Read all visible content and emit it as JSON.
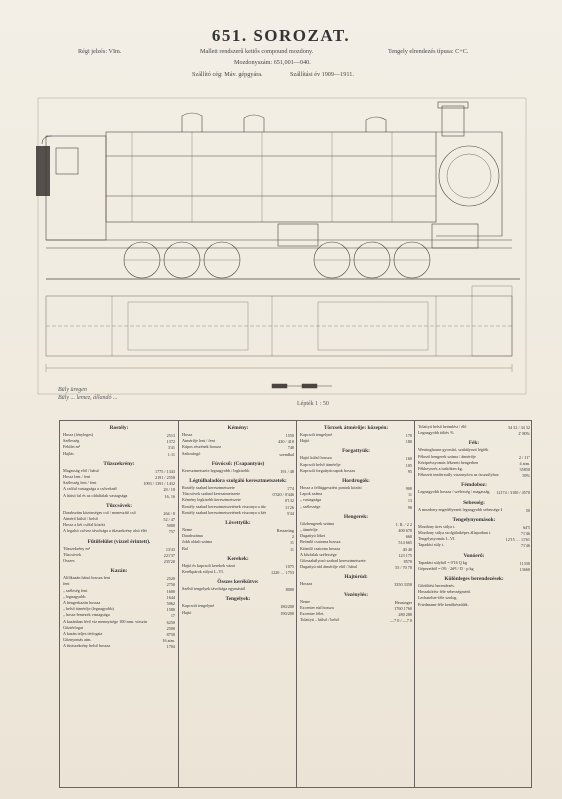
{
  "title": "651. SOROZAT.",
  "header": {
    "old_mark": "Régi jelzés: VIm.",
    "description": "Mallett rendszerű kettős compound mozdony.",
    "axle_type": "Tengely elrendezés típusa: C+C.",
    "loco_numbers": "Mozdonyszám: 651,001—040.",
    "supplier": "Szállító cég: Máv. gépgyára.",
    "delivery_year": "Szállítási év 1909—1911."
  },
  "drawing": {
    "legend_1": "Büly üregen",
    "legend_2": "Büly ... lemez, állandó ...",
    "scale": "Lépték 1 : 50"
  },
  "table": {
    "col1": {
      "sections": [
        {
          "title": "Rostély:",
          "rows": [
            {
              "label": "Hossz (fényleges)",
              "value": "2513"
            },
            {
              "label": "Szélesség",
              "value": "1372"
            },
            {
              "label": "Felület m²",
              "value": "3'41"
            },
            {
              "label": "Hajlás",
              "value": "1:11"
            }
          ]
        },
        {
          "title": "Tűzszekrény:",
          "rows": [
            {
              "label": "Magasság elöl / hátul",
              "value": "1775 / 1343"
            },
            {
              "label": "Hossz lent / fent",
              "value": "2191 / 2558"
            },
            {
              "label": "Szélesség lent / fent",
              "value": "1093 / 1391 / 1432"
            },
            {
              "label": "A csőfal vastagsága a csőveknél",
              "value": "28 / 18"
            },
            {
              "label": "A hátsó fal és az oldalfalak vastagsága",
              "value": "16, 16"
            }
          ]
        },
        {
          "title": "Tűzcsövek:",
          "rows": [
            {
              "label": "Darabszám közönséges cső / meneszítő cső",
              "value": "264 / 8"
            },
            {
              "label": "Átmérő külső / belső",
              "value": "52 / 47"
            },
            {
              "label": "Hossz a két csőfal között",
              "value": "5000"
            },
            {
              "label": "A legalsó csővez távolsága a tűzszekrény alsó élétől",
              "value": "757"
            }
          ]
        },
        {
          "title": "Fűtőfelület (vízzel érintett).",
          "rows": [
            {
              "label": "Tűzszekrény m²",
              "value": "13'43"
            },
            {
              "label": "Tűzcsövek",
              "value": "221'37"
            },
            {
              "label": "Összes",
              "value": "235'20"
            }
          ]
        },
        {
          "title": "Kazán:",
          "rows": [
            {
              "label": "Alfőkazán hátsó hossza lent",
              "value": "2520"
            },
            {
              "label": "fent",
              "value": "2750"
            },
            {
              "label": "„ széleség fent",
              "value": "1600"
            },
            {
              "label": "„ legnagyobb",
              "value": "1644"
            },
            {
              "label": "A hengerkazán hossza",
              "value": "5062"
            },
            {
              "label": "„ belső átmérője (legnagyobb)",
              "value": "1580"
            },
            {
              "label": "„ hossz-lemezek vastagsága",
              "value": "17"
            },
            {
              "label": "A kazánban lévő víz mennyisége 100 mm. vízszinttel",
              "value": "6250"
            },
            {
              "label": "Gőztérfogat",
              "value": "2500"
            },
            {
              "label": "A kazán teljes térfogata",
              "value": "8750"
            },
            {
              "label": "Gőznyomás atm.",
              "value": "16 atm."
            },
            {
              "label": "A füstszekrény belső hossza",
              "value": "1704"
            }
          ]
        }
      ]
    },
    "col2": {
      "sections": [
        {
          "title": "Kémény:",
          "rows": [
            {
              "label": "Hossz",
              "value": "1550"
            },
            {
              "label": "Átmérője lent / fent",
              "value": "430 / 410"
            },
            {
              "label": "Kúpos részének hossza",
              "value": "740"
            },
            {
              "label": "Szikrafogó",
              "value": "szendkal"
            }
          ]
        },
        {
          "title": "Fúvócső: (Csapantyús)",
          "rows": [
            {
              "label": "Keresztmetszete legnagyobb / legkisebb",
              "value": "191 / 48"
            }
          ]
        },
        {
          "title": "Légtúlhaladóra szolgáló keresztmetszetek:",
          "rows": [
            {
              "label": "Rostély szabad keresztmetszete",
              "value": "1'74"
            },
            {
              "label": "Tűzcsövek szabad keresztmetszete",
              "value": "0'320 / 0'446"
            },
            {
              "label": "Kémény legkisebb keresztmetszete",
              "value": "0'132"
            },
            {
              "label": "Rostély szabad keresztmetszetének viszonya a tűzcsövek legkisebb keresztmetszetéhez",
              "value": "11'26"
            },
            {
              "label": "Rostély szabad keresztmetszetének viszonya a kémény legkisebb keresztmetszetéhez",
              "value": "5'44"
            }
          ]
        },
        {
          "title": "Lövettyűk:",
          "rows": [
            {
              "label": "Neme",
              "value": "Restarting"
            },
            {
              "label": "Darabszáma",
              "value": "2"
            },
            {
              "label": "Jobb oldali száma",
              "value": "11"
            },
            {
              "label": "Bal",
              "value": "11"
            }
          ]
        },
        {
          "title": "Kerekek:",
          "rows": [
            {
              "label": "Hajtó és kapcsolt kerekek vázai",
              "value": "1075"
            },
            {
              "label": "Kerékpárok súlyai I.–VI.",
              "value": "1220 … 1753"
            }
          ]
        },
        {
          "title": "Összes kerékütve:",
          "rows": [
            {
              "label": "Szélső tengelyek távolsága egymástól",
              "value": "8000"
            }
          ]
        },
        {
          "title": "Tengelyek:",
          "rows": [
            {
              "label": "Kapcsolt tengelyné",
              "value": "180/200"
            },
            {
              "label": "Hajtó",
              "value": "190/200"
            }
          ]
        }
      ]
    },
    "col3": {
      "sections": [
        {
          "title": "Törzsek átmérője: közepén:",
          "rows": [
            {
              "label": "Kapcsolt tengelyné",
              "value": "170"
            },
            {
              "label": "Hajtó",
              "value": "180"
            }
          ]
        },
        {
          "title": "Forgattyúk:",
          "rows": [
            {
              "label": "Hajtó külső hossza",
              "value": "160"
            },
            {
              "label": "Kapcsolt belső átmérője",
              "value": "105"
            },
            {
              "label": "Kapcsolt forgattyúcsapok hossza",
              "value": "95"
            }
          ]
        },
        {
          "title": "Hordrugók:",
          "rows": [
            {
              "label": "Hossz a felfüggesztési pontok között",
              "value": "900"
            },
            {
              "label": "Lapok száma",
              "value": "11"
            },
            {
              "label": "„ vastagsága",
              "value": "13"
            },
            {
              "label": "„ szélessége",
              "value": "90"
            }
          ]
        },
        {
          "title": "Hengerek:",
          "rows": [
            {
              "label": "Gőzhengerek száma",
              "value": "I. II. / 2 2"
            },
            {
              "label": "„ átmérője",
              "value": "400 670"
            },
            {
              "label": "Dugattyú löket",
              "value": "660"
            },
            {
              "label": "Beömlő csatorna hossza",
              "value": "514 665"
            },
            {
              "label": "Kiömlő csatorna hossza",
              "value": "40 40"
            },
            {
              "label": "A kőzfalak szélessége",
              "value": "123 175"
            },
            {
              "label": "Gőzszabályozó szabad keresztmetszete",
              "value": "8570"
            },
            {
              "label": "Dugattyú rúd átmérője elöl / hátul",
              "value": "55 / 70 70"
            }
          ]
        },
        {
          "title": "Hajtórúd:",
          "rows": [
            {
              "label": "Hossza",
              "value": "3350 3350"
            }
          ]
        },
        {
          "title": "Vezénylés:",
          "rows": [
            {
              "label": "Neme",
              "value": "Heusinger"
            },
            {
              "label": "Excenter rúd hossza",
              "value": "1760 1760"
            },
            {
              "label": "Excenter félet.",
              "value": "280 280"
            },
            {
              "label": "Tolattyú – külső / belső",
              "value": "—7 0 / —7 0"
            }
          ]
        }
      ]
    },
    "col4": {
      "sections": [
        {
          "title": "",
          "rows": [
            {
              "label": "Tolattyú belső beömlési / élő",
              "value": "34 32 / 34 32"
            },
            {
              "label": "Legnagyobb töltés %",
              "value": "2' 80%"
            }
          ]
        },
        {
          "title": "Fék:",
          "rows": [
            {
              "label": "Westinghouse gyorsító, szabályozó légfék",
              "value": ""
            },
            {
              "label": "Fékező hengerek száma / átmérője",
              "value": "2 / 11\""
            },
            {
              "label": "Kézipréssyomás fékezett hengerben",
              "value": "4 atm."
            },
            {
              "label": "Fékheyezés a tusköken kg.",
              "value": "35850"
            },
            {
              "label": "Fékezett tenderssúly viszonyítva az összsúlyhoz",
              "value": "59%"
            }
          ]
        },
        {
          "title": "Fémdoboz:",
          "rows": [
            {
              "label": "Legnagyobb hossza / szélesség / magasság",
              "value": "12174 / 3100 / 4570"
            }
          ]
        },
        {
          "title": "Sebesség:",
          "rows": [
            {
              "label": "A mozdony engedélyezett legnagyobb sebessége km/óra",
              "value": "50"
            }
          ]
        },
        {
          "title": "Tengelynyomások:",
          "rows": [
            {
              "label": "Mozdony üres súlya t.",
              "value": "64'5"
            },
            {
              "label": "Mozdony súlya szolgálatképes állapotban t.",
              "value": "71'46"
            },
            {
              "label": "Tengelynyomás I.–VI.",
              "value": "12'15 … 11'61"
            },
            {
              "label": "Tapadási súly t.",
              "value": "71'46"
            }
          ]
        },
        {
          "title": "Vonóerő:",
          "rows": [
            {
              "label": "Tapadási súlyból = 0'16 Q kg",
              "value": "11330"
            },
            {
              "label": "Gépezetből = 0'6 · 2d²l / D · p kg",
              "value": "13660"
            }
          ]
        },
        {
          "title": "Különleges berendezések:",
          "rows": [
            {
              "label": "Gőzfűtési berendezés.",
              "value": ""
            },
            {
              "label": "Hosszkötésr féle sebességmérő.",
              "value": ""
            },
            {
              "label": "Lechatelier-féle szolog.",
              "value": ""
            },
            {
              "label": "Friedmann-féle kenőkészülék.",
              "value": ""
            }
          ]
        }
      ]
    }
  }
}
